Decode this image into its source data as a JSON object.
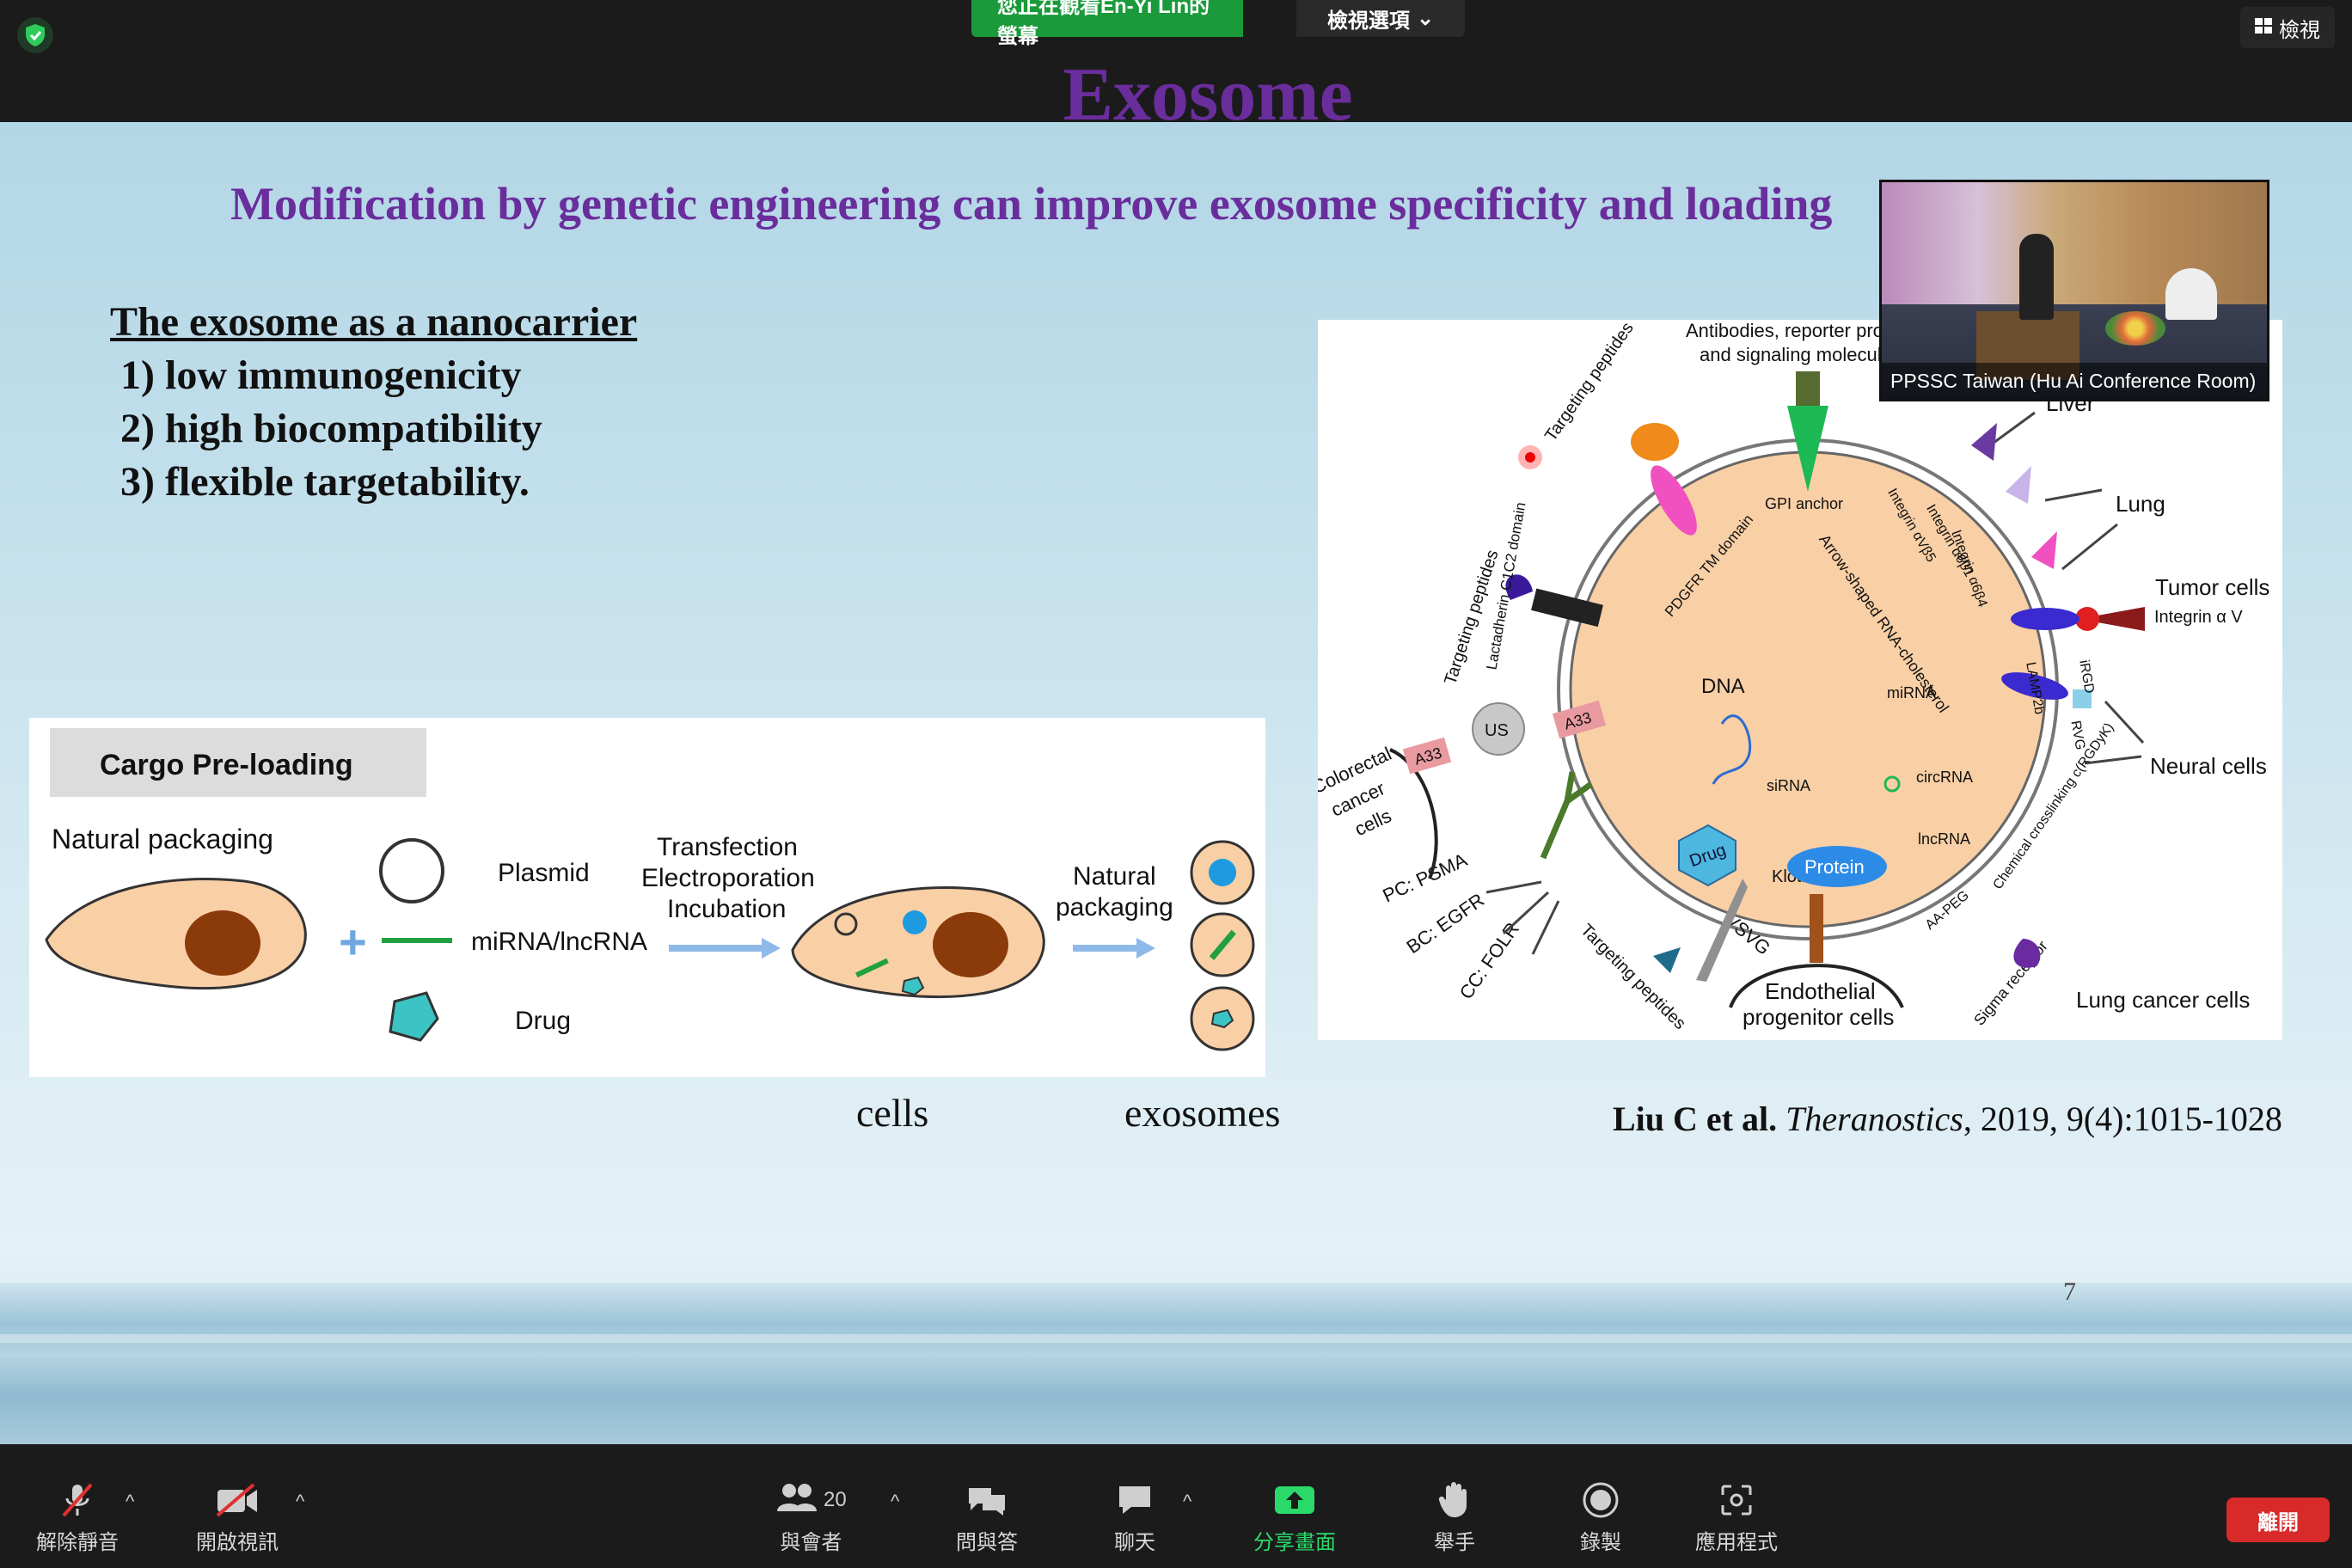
{
  "top": {
    "share_banner": "您正在觀看En-Yi Lin的螢幕",
    "view_options": "檢視選項",
    "view_button": "檢視"
  },
  "slide": {
    "title": "Exosome",
    "subtitle": "Modification by genetic engineering can improve exosome specificity and loading",
    "nanocarrier_heading": "The exosome as a nanocarrier",
    "nanocarrier_items": [
      "1) low immunogenicity",
      "2) high biocompatibility",
      "3) flexible targetability."
    ],
    "cargo": {
      "heading": "Cargo Pre-loading",
      "natural_packaging": "Natural packaging",
      "plasmid": "Plasmid",
      "mirna": "miRNA/lncRNA",
      "drug": "Drug",
      "transfection": "Transfection",
      "electroporation": "Electroporation",
      "incubation": "Incubation",
      "natural": "Natural",
      "packaging": "packaging"
    },
    "label_cells": "cells",
    "label_exosomes": "exosomes",
    "citation_author": "Liu C et al.",
    "citation_journal": "Theranostics",
    "citation_rest": ", 2019, 9(4):1015-1028",
    "page_number": "7",
    "diagram": {
      "antibodies_1": "Antibodies, reporter proteins",
      "antibodies_2": "and signaling molecules",
      "liver": "Liver",
      "lung": "Lung",
      "tumor_cells": "Tumor cells",
      "integrin_av": "Integrin α V",
      "neural_cells": "Neural cells",
      "lung_cancer_cells": "Lung cancer cells",
      "endothelial_1": "Endothelial",
      "endothelial_2": "progenitor cells",
      "pc_psma": "PC: PSMA",
      "bc_egfr": "BC: EGFR",
      "cc_folr": "CC: FOLR",
      "colorectal_1": "Colorectal",
      "colorectal_2": "cancer",
      "colorectal_3": "cells",
      "gpi_anchor": "GPI anchor",
      "dna": "DNA",
      "mirna": "miRNA",
      "sirna": "siRNA",
      "circrna": "circRNA",
      "lncrna": "lncRNA",
      "drug": "Drug",
      "protein": "Protein",
      "klotho": "Klotho",
      "vsvg": "VSVG",
      "a33": "A33",
      "us": "US",
      "targeting_peptides": "Targeting peptides",
      "pdgfr": "PDGFR TM domain",
      "lactadherin": "Lactadherin C1C2 domain",
      "arrow_shaped": "Arrow-shaped RNA-cholesterol",
      "lamp2b": "LAMP2b",
      "irgd": "iRGD",
      "rvg": "RVG",
      "chemical": "Chemical crosslinking c(RGDyK)",
      "aa_peg": "AA-PEG",
      "sigma": "Sigma receptor",
      "integrin_avb5": "Integrin αVβ5",
      "integrin_a6b1": "Integrin α6β1",
      "integrin_a6b4": "Integrin α6β4"
    }
  },
  "video": {
    "name": "PPSSC Taiwan (Hu Ai Conference Room)"
  },
  "toolbar": {
    "unmute": "解除靜音",
    "start_video": "開啟視訊",
    "participants": "與會者",
    "participants_count": "20",
    "qa": "問與答",
    "chat": "聊天",
    "share_screen": "分享畫面",
    "raise_hand": "舉手",
    "record": "錄製",
    "apps": "應用程式",
    "leave": "離開"
  }
}
